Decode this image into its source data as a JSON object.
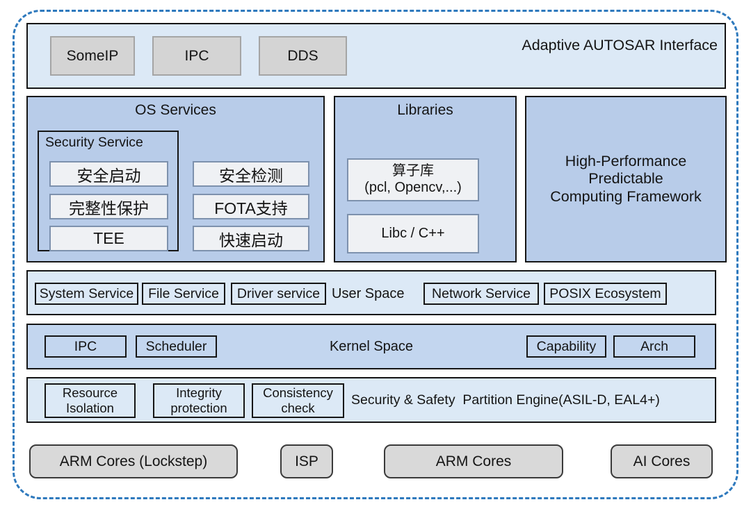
{
  "colors": {
    "frame_dash_blue": "#2E79BD",
    "light_blue": "#DCE9F6",
    "mid_blue": "#B8CCE9",
    "kernel_blue": "#C3D6EF",
    "chip_gray": "#EFF1F4",
    "chip_border_blue": "#7D91AD",
    "hardware_gray": "#D9D9D9"
  },
  "adaptive": {
    "title": "Adaptive AUTOSAR Interface",
    "buttons": [
      "SomeIP",
      "IPC",
      "DDS"
    ]
  },
  "os_services": {
    "title": "OS Services",
    "security": {
      "title": "Security Service",
      "items": [
        "安全启动",
        "完整性保护",
        "TEE"
      ]
    },
    "items": [
      "安全检测",
      "FOTA支持",
      "快速启动"
    ]
  },
  "libraries": {
    "title": "Libraries",
    "chips": [
      "算子库\n(pcl, Opencv,...)",
      "Libc / C++"
    ]
  },
  "hpcf": {
    "title": "High-Performance\nPredictable\nComputing Framework"
  },
  "user_space": {
    "label": "User Space",
    "left": [
      "System Service",
      "File Service",
      "Driver service"
    ],
    "right": [
      "Network Service",
      "POSIX Ecosystem"
    ]
  },
  "kernel_space": {
    "label": "Kernel Space",
    "left": [
      "IPC",
      "Scheduler"
    ],
    "right": [
      "Capability",
      "Arch"
    ]
  },
  "partition": {
    "label": "Security & Safety  Partition Engine(ASIL-D, EAL4+)",
    "chips": [
      "Resource\nIsolation",
      "Integrity\nprotection",
      "Consistency\ncheck"
    ]
  },
  "hardware": {
    "buttons": [
      "ARM Cores (Lockstep)",
      "ISP",
      "ARM Cores",
      "AI Cores"
    ]
  }
}
